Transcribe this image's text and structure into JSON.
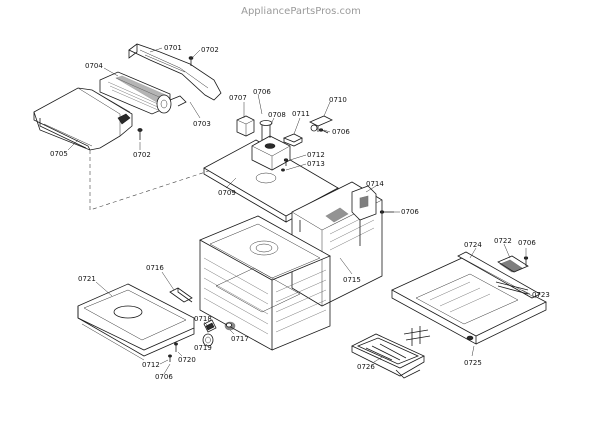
{
  "watermark": "AppliancePartsPros.com",
  "labels": {
    "p0701": "0701",
    "p0702a": "0702",
    "p0704": "0704",
    "p0703": "0703",
    "p0705": "0705",
    "p0702b": "0702",
    "p0707": "0707",
    "p0706a": "0706",
    "p0708": "0708",
    "p0711": "0711",
    "p0710": "0710",
    "p0706b": "0706",
    "p0712a": "0712",
    "p0713": "0713",
    "p0709": "0709",
    "p0714": "0714",
    "p0706c": "0706",
    "p0715": "0715",
    "p0716": "0716",
    "p0721": "0721",
    "p0718": "0718",
    "p0719": "0719",
    "p0717": "0717",
    "p0720": "0720",
    "p0712b": "0712",
    "p0706d": "0706",
    "p0724": "0724",
    "p0722": "0722",
    "p0706e": "0706",
    "p0723": "0723",
    "p0726": "0726",
    "p0725": "0725"
  }
}
